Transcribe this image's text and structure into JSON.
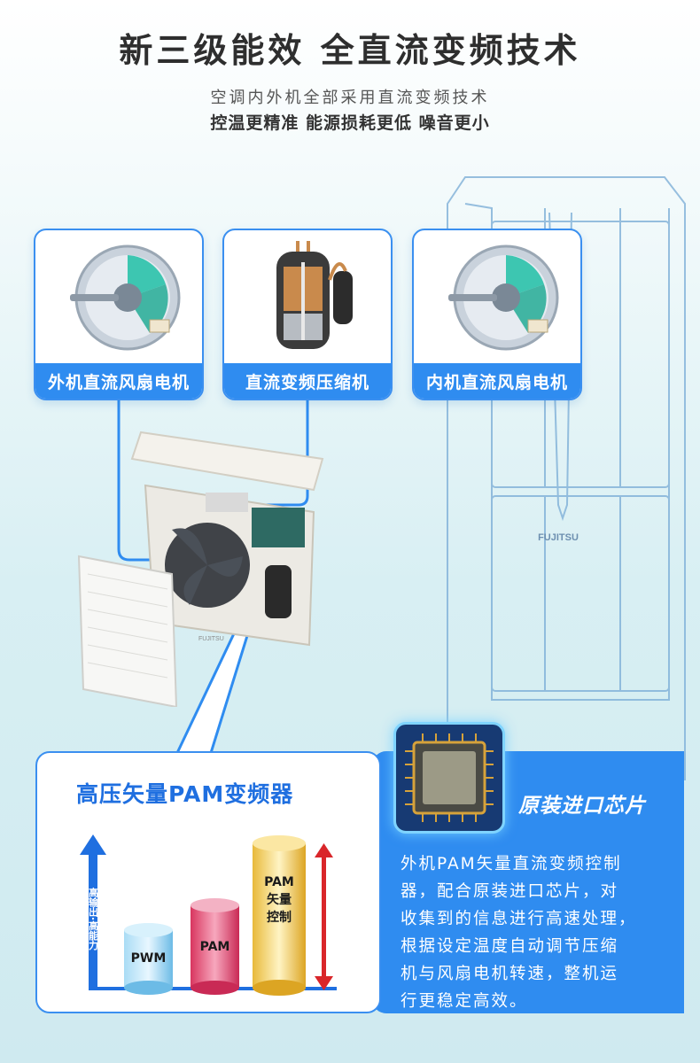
{
  "header": {
    "title": "新三级能效 全直流变频技术",
    "subtitle": "空调内外机全部采用直流变频技术",
    "features": "控温更精准 能源损耗更低 噪音更小"
  },
  "components": [
    {
      "label": "外机直流风扇电机",
      "icon": "fan-motor-icon"
    },
    {
      "label": "直流变频压缩机",
      "icon": "compressor-icon"
    },
    {
      "label": "内机直流风扇电机",
      "icon": "fan-motor-icon"
    }
  ],
  "indoor_unit": {
    "brand": "FUJITSU"
  },
  "outdoor_unit": {
    "brand": "FUJITSU"
  },
  "pam": {
    "title": "高压矢量PAM变频器",
    "axis_label": "高输出·高能力",
    "bars": [
      {
        "label": "PWM",
        "level": 1
      },
      {
        "label": "PAM",
        "level": 2
      },
      {
        "label_lines": [
          "PAM",
          "矢量",
          "控制"
        ],
        "level": 3
      }
    ]
  },
  "chip": {
    "title": "原装进口芯片",
    "description_lines": [
      "外机PAM矢量直流变频控制",
      "器，配合原装进口芯片，对",
      "收集到的信息进行高速处理，",
      "根据设定温度自动调节压缩",
      "机与风扇电机转速，整机运",
      "行更稳定高效。"
    ]
  },
  "colors": {
    "accent": "#2f8cf0",
    "pwm": "#7fc8ef",
    "pam": "#e64d78",
    "pam_vector": "#f2c94c",
    "arrow": "#d9262a"
  }
}
